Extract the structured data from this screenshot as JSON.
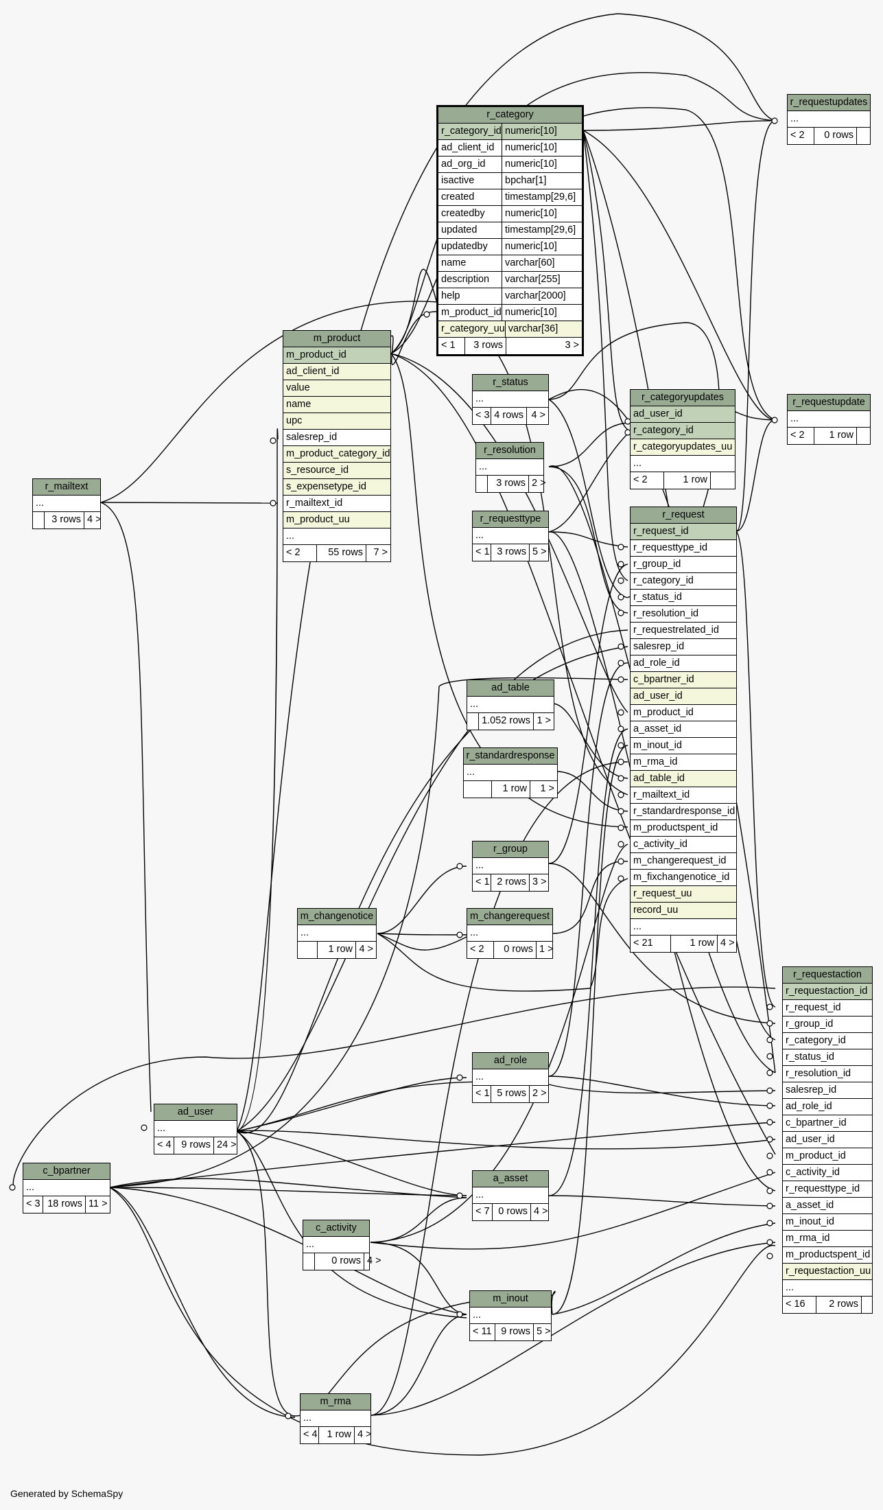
{
  "footer": "Generated by SchemaSpy",
  "tables": [
    {
      "id": "r_category",
      "name": "r_category",
      "focus": true,
      "c2w": 112,
      "rows": [
        [
          "r_category_id",
          "numeric[10]",
          "pk"
        ],
        [
          "ad_client_id",
          "numeric[10]",
          ""
        ],
        [
          "ad_org_id",
          "numeric[10]",
          ""
        ],
        [
          "isactive",
          "bpchar[1]",
          ""
        ],
        [
          "created",
          "timestamp[29,6]",
          ""
        ],
        [
          "createdby",
          "numeric[10]",
          ""
        ],
        [
          "updated",
          "timestamp[29,6]",
          ""
        ],
        [
          "updatedby",
          "numeric[10]",
          ""
        ],
        [
          "name",
          "varchar[60]",
          ""
        ],
        [
          "description",
          "varchar[255]",
          ""
        ],
        [
          "help",
          "varchar[2000]",
          ""
        ],
        [
          "m_product_id",
          "numeric[10]",
          ""
        ],
        [
          "r_category_uu",
          "varchar[36]",
          "uq"
        ]
      ],
      "footer": [
        "< 1",
        "3 rows",
        "3 >"
      ],
      "fw": [
        38,
        60,
        0
      ]
    },
    {
      "id": "r_requestupdates",
      "name": "r_requestupdates",
      "rows": [
        [
          "...",
          "",
          ""
        ]
      ],
      "footer": [
        "< 2",
        "0 rows",
        ""
      ],
      "fw": [
        38,
        62,
        24
      ]
    },
    {
      "id": "m_product",
      "name": "m_product",
      "rows": [
        [
          "m_product_id",
          "",
          "pk"
        ],
        [
          "ad_client_id",
          "",
          "uq"
        ],
        [
          "value",
          "",
          "uq"
        ],
        [
          "name",
          "",
          "uq"
        ],
        [
          "upc",
          "",
          "uq"
        ],
        [
          "salesrep_id",
          "",
          ""
        ],
        [
          "m_product_category_id",
          "",
          "uq"
        ],
        [
          "s_resource_id",
          "",
          "uq"
        ],
        [
          "s_expensetype_id",
          "",
          "uq"
        ],
        [
          "r_mailtext_id",
          "",
          ""
        ],
        [
          "m_product_uu",
          "",
          "uq"
        ],
        [
          "...",
          "",
          ""
        ]
      ],
      "footer": [
        "< 2",
        "55 rows",
        "7 >"
      ],
      "fw": [
        48,
        72,
        0
      ]
    },
    {
      "id": "r_status",
      "name": "r_status",
      "rows": [
        [
          "...",
          "",
          ""
        ]
      ],
      "footer": [
        "< 3",
        "4 rows",
        "4 >"
      ],
      "fw": [
        26,
        52,
        0
      ]
    },
    {
      "id": "r_categoryupdates",
      "name": "r_categoryupdates",
      "rows": [
        [
          "ad_user_id",
          "",
          "pk"
        ],
        [
          "r_category_id",
          "",
          "pk"
        ],
        [
          "r_categoryupdates_uu",
          "",
          "uq"
        ],
        [
          "...",
          "",
          ""
        ]
      ],
      "footer": [
        "< 2",
        "1 row",
        ""
      ],
      "fw": [
        48,
        68,
        0
      ]
    },
    {
      "id": "r_requestupdate",
      "name": "r_requestupdate",
      "rows": [
        [
          "...",
          "",
          ""
        ]
      ],
      "footer": [
        "< 2",
        "1 row",
        ""
      ],
      "fw": [
        38,
        62,
        24
      ]
    },
    {
      "id": "r_resolution",
      "name": "r_resolution",
      "rows": [
        [
          "...",
          "",
          ""
        ]
      ],
      "footer": [
        "",
        "3 rows",
        "2 >"
      ],
      "fw": [
        16,
        60,
        0
      ]
    },
    {
      "id": "r_mailtext",
      "name": "r_mailtext",
      "rows": [
        [
          "...",
          "",
          ""
        ]
      ],
      "footer": [
        "",
        "3 rows",
        "4 >"
      ],
      "fw": [
        16,
        58,
        0
      ]
    },
    {
      "id": "r_requesttype",
      "name": "r_requesttype",
      "rows": [
        [
          "...",
          "",
          ""
        ]
      ],
      "footer": [
        "< 1",
        "3 rows",
        "5 >"
      ],
      "fw": [
        26,
        56,
        0
      ]
    },
    {
      "id": "r_request",
      "name": "r_request",
      "rows": [
        [
          "r_request_id",
          "",
          "pk"
        ],
        [
          "r_requesttype_id",
          "",
          ""
        ],
        [
          "r_group_id",
          "",
          ""
        ],
        [
          "r_category_id",
          "",
          ""
        ],
        [
          "r_status_id",
          "",
          ""
        ],
        [
          "r_resolution_id",
          "",
          ""
        ],
        [
          "r_requestrelated_id",
          "",
          ""
        ],
        [
          "salesrep_id",
          "",
          ""
        ],
        [
          "ad_role_id",
          "",
          ""
        ],
        [
          "c_bpartner_id",
          "",
          "uq"
        ],
        [
          "ad_user_id",
          "",
          "uq"
        ],
        [
          "m_product_id",
          "",
          ""
        ],
        [
          "a_asset_id",
          "",
          ""
        ],
        [
          "m_inout_id",
          "",
          ""
        ],
        [
          "m_rma_id",
          "",
          ""
        ],
        [
          "ad_table_id",
          "",
          "uq"
        ],
        [
          "r_mailtext_id",
          "",
          ""
        ],
        [
          "r_standardresponse_id",
          "",
          ""
        ],
        [
          "m_productspent_id",
          "",
          ""
        ],
        [
          "c_activity_id",
          "",
          ""
        ],
        [
          "m_changerequest_id",
          "",
          ""
        ],
        [
          "m_fixchangenotice_id",
          "",
          ""
        ],
        [
          "r_request_uu",
          "",
          "uq"
        ],
        [
          "record_uu",
          "",
          "uq"
        ],
        [
          "...",
          "",
          ""
        ]
      ],
      "footer": [
        "< 21",
        "1 row",
        "4 >"
      ],
      "fw": [
        58,
        68,
        0
      ]
    },
    {
      "id": "ad_table",
      "name": "ad_table",
      "rows": [
        [
          "...",
          "",
          ""
        ]
      ],
      "footer": [
        "",
        "1.052 rows",
        "1 >"
      ],
      "fw": [
        16,
        80,
        0
      ]
    },
    {
      "id": "r_standardresponse",
      "name": "r_standardresponse",
      "rows": [
        [
          "...",
          "",
          ""
        ]
      ],
      "footer": [
        "",
        "1 row",
        "1 >"
      ],
      "fw": [
        40,
        56,
        0
      ]
    },
    {
      "id": "r_group",
      "name": "r_group",
      "rows": [
        [
          "...",
          "",
          ""
        ]
      ],
      "footer": [
        "< 1",
        "2 rows",
        "3 >"
      ],
      "fw": [
        26,
        56,
        0
      ]
    },
    {
      "id": "m_changenotice",
      "name": "m_changenotice",
      "rows": [
        [
          "...",
          "",
          ""
        ]
      ],
      "footer": [
        "",
        "1 row",
        "4 >"
      ],
      "fw": [
        28,
        56,
        0
      ]
    },
    {
      "id": "m_changerequest",
      "name": "m_changerequest",
      "rows": [
        [
          "...",
          "",
          ""
        ]
      ],
      "footer": [
        "< 2",
        "0 rows",
        "1 >"
      ],
      "fw": [
        38,
        62,
        0
      ]
    },
    {
      "id": "r_requestaction",
      "name": "r_requestaction",
      "rows": [
        [
          "r_requestaction_id",
          "",
          "pk"
        ],
        [
          "r_request_id",
          "",
          ""
        ],
        [
          "r_group_id",
          "",
          ""
        ],
        [
          "r_category_id",
          "",
          ""
        ],
        [
          "r_status_id",
          "",
          ""
        ],
        [
          "r_resolution_id",
          "",
          ""
        ],
        [
          "salesrep_id",
          "",
          ""
        ],
        [
          "ad_role_id",
          "",
          ""
        ],
        [
          "c_bpartner_id",
          "",
          ""
        ],
        [
          "ad_user_id",
          "",
          ""
        ],
        [
          "m_product_id",
          "",
          ""
        ],
        [
          "c_activity_id",
          "",
          ""
        ],
        [
          "r_requesttype_id",
          "",
          ""
        ],
        [
          "a_asset_id",
          "",
          ""
        ],
        [
          "m_inout_id",
          "",
          ""
        ],
        [
          "m_rma_id",
          "",
          ""
        ],
        [
          "m_productspent_id",
          "",
          ""
        ],
        [
          "r_requestaction_uu",
          "",
          "uq"
        ],
        [
          "...",
          "",
          ""
        ]
      ],
      "footer": [
        "< 16",
        "2 rows",
        ""
      ],
      "fw": [
        48,
        66,
        0
      ]
    },
    {
      "id": "ad_role",
      "name": "ad_role",
      "rows": [
        [
          "...",
          "",
          ""
        ]
      ],
      "footer": [
        "< 1",
        "5 rows",
        "2 >"
      ],
      "fw": [
        26,
        56,
        0
      ]
    },
    {
      "id": "ad_user",
      "name": "ad_user",
      "rows": [
        [
          "...",
          "",
          ""
        ]
      ],
      "footer": [
        "< 4",
        "9 rows",
        "24 >"
      ],
      "fw": [
        28,
        58,
        0
      ]
    },
    {
      "id": "c_bpartner",
      "name": "c_bpartner",
      "rows": [
        [
          "...",
          "",
          ""
        ]
      ],
      "footer": [
        "< 3",
        "18 rows",
        "11 >"
      ],
      "fw": [
        28,
        62,
        0
      ]
    },
    {
      "id": "a_asset",
      "name": "a_asset",
      "rows": [
        [
          "...",
          "",
          ""
        ]
      ],
      "footer": [
        "< 7",
        "0 rows",
        "4 >"
      ],
      "fw": [
        28,
        56,
        0
      ]
    },
    {
      "id": "c_activity",
      "name": "c_activity",
      "rows": [
        [
          "...",
          "",
          ""
        ]
      ],
      "footer": [
        "",
        "0 rows",
        "4 >"
      ],
      "fw": [
        16,
        72,
        0
      ]
    },
    {
      "id": "m_inout",
      "name": "m_inout",
      "rows": [
        [
          "...",
          "",
          ""
        ]
      ],
      "footer": [
        "< 11",
        "9 rows",
        "5 >"
      ],
      "fw": [
        36,
        56,
        0
      ]
    },
    {
      "id": "m_rma",
      "name": "m_rma",
      "rows": [
        [
          "...",
          "",
          ""
        ]
      ],
      "footer": [
        "< 4",
        "1 row",
        "4 >"
      ],
      "fw": [
        26,
        52,
        0
      ]
    }
  ]
}
